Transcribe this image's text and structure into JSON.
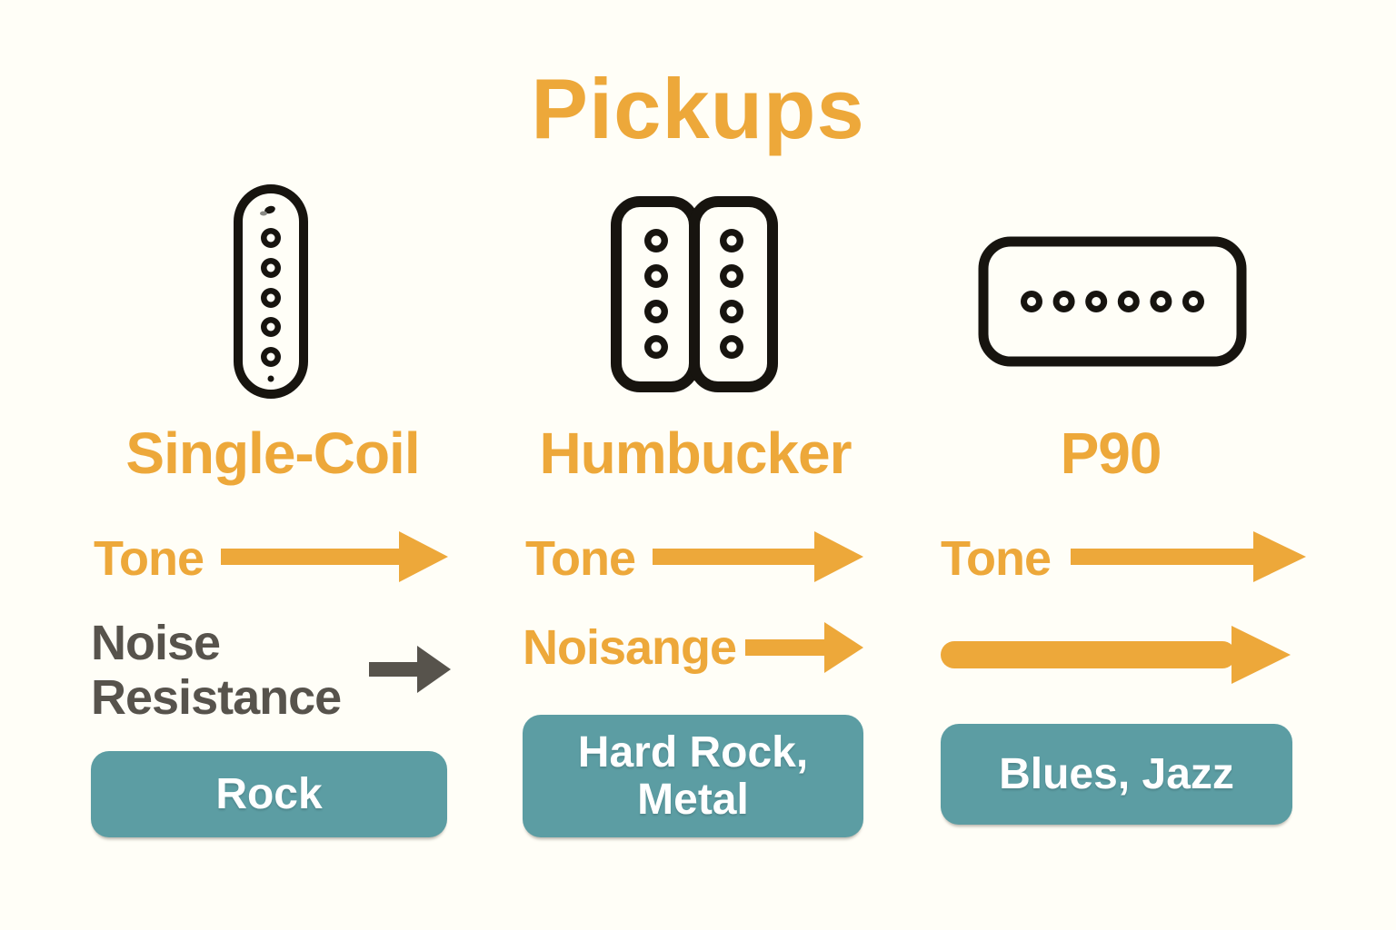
{
  "title": "Pickups",
  "palette": {
    "accent": "#EDA83A",
    "teal": "#5C9DA3",
    "dark_text": "#57534C",
    "icon_ink": "#17140F",
    "background": "#FFFEF7",
    "badge_text": "#FFFFFF"
  },
  "columns": [
    {
      "name": "Single-Coil",
      "icon": "single-coil-pickup-icon",
      "traits": [
        {
          "label": "Tone",
          "arrow_color": "orange",
          "arrow_length": "long"
        },
        {
          "label": "Noise Resistance",
          "arrow_color": "dark-gray",
          "arrow_length": "short"
        }
      ],
      "genres": "Rock"
    },
    {
      "name": "Humbucker",
      "icon": "humbucker-pickup-icon",
      "traits": [
        {
          "label": "Tone",
          "arrow_color": "orange",
          "arrow_length": "long"
        },
        {
          "label": "Noisange",
          "arrow_color": "orange",
          "arrow_length": "medium"
        }
      ],
      "genres": "Hard Rock, Metal"
    },
    {
      "name": "P90",
      "icon": "p90-pickup-icon",
      "traits": [
        {
          "label": "Tone",
          "arrow_color": "orange",
          "arrow_length": "long"
        },
        {
          "label": "",
          "arrow_color": "orange",
          "arrow_length": "extra-long"
        }
      ],
      "genres": "Blues, Jazz"
    }
  ]
}
